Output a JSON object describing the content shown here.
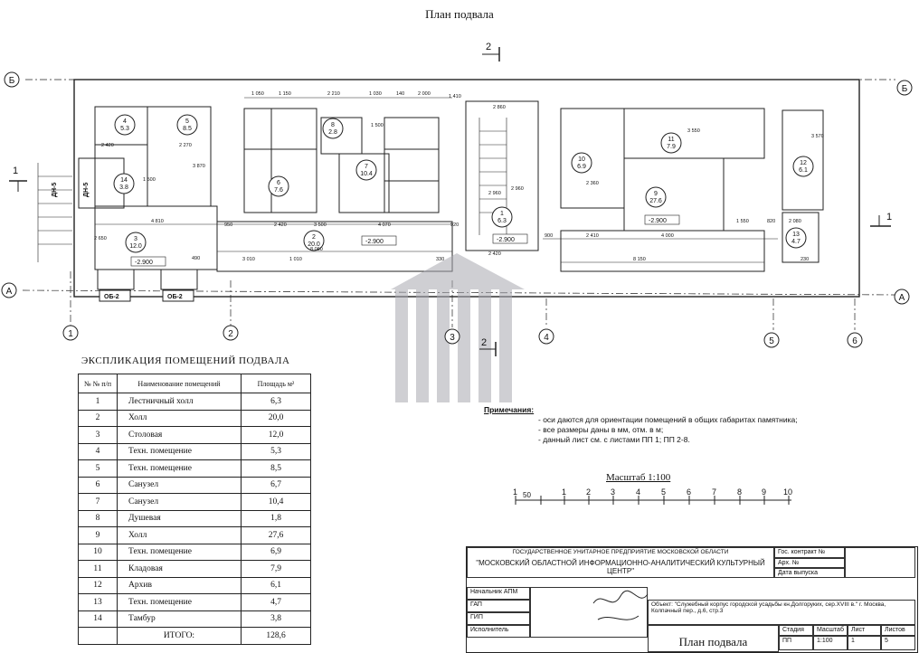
{
  "title": "План подвала",
  "section_marks": {
    "top": "2",
    "bottom": "2",
    "left": "1",
    "right": "1"
  },
  "axes": {
    "letters": [
      "Б",
      "Б",
      "А",
      "А"
    ],
    "numbers": [
      "1",
      "2",
      "3",
      "4",
      "5",
      "6"
    ]
  },
  "window_labels": [
    "ОБ-2",
    "ОБ-2"
  ],
  "door_labels": [
    "ДН-5",
    "ДН-5"
  ],
  "levels": [
    "-2.900",
    "-2.900",
    "-2.900",
    "-2.900"
  ],
  "rooms": [
    {
      "num": "1",
      "area": "6.3"
    },
    {
      "num": "2",
      "area": "20.0"
    },
    {
      "num": "3",
      "area": "12.0"
    },
    {
      "num": "4",
      "area": "5.3"
    },
    {
      "num": "5",
      "area": "8.5"
    },
    {
      "num": "6",
      "area": "7.6"
    },
    {
      "num": "7",
      "area": "10.4"
    },
    {
      "num": "8",
      "area": "2.8"
    },
    {
      "num": "9",
      "area": "27.6"
    },
    {
      "num": "10",
      "area": "6.9"
    },
    {
      "num": "11",
      "area": "7.9"
    },
    {
      "num": "12",
      "area": "6.1"
    },
    {
      "num": "13",
      "area": "4.7"
    },
    {
      "num": "14",
      "area": "3.8"
    }
  ],
  "dimensions": [
    "1 050",
    "1 150",
    "2 210",
    "1 030",
    "140",
    "2 000",
    "2 860",
    "2 420",
    "2 270",
    "3 870",
    "1 500",
    "4 810",
    "950",
    "2 420",
    "3 500",
    "4 070",
    "8 060",
    "920",
    "2 420",
    "2 960",
    "900",
    "2 410",
    "4 000",
    "8 150",
    "1 550",
    "820",
    "2 080",
    "3 550",
    "2 360",
    "2 960",
    "3 570",
    "1 500",
    "2 650",
    "490",
    "3 010",
    "1 010",
    "1 410",
    "330",
    "230"
  ],
  "explication": {
    "title": "ЭКСПЛИКАЦИЯ ПОМЕЩЕНИЙ  ПОДВАЛА",
    "headers": [
      "№ № п/п",
      "Наименование помещений",
      "Площадь м²"
    ],
    "rows": [
      [
        "1",
        "Лестничный холл",
        "6,3"
      ],
      [
        "2",
        "Холл",
        "20,0"
      ],
      [
        "3",
        "Столовая",
        "12,0"
      ],
      [
        "4",
        "Техн. помещение",
        "5,3"
      ],
      [
        "5",
        "Техн. помещение",
        "8,5"
      ],
      [
        "6",
        "Санузел",
        "6,7"
      ],
      [
        "7",
        "Санузел",
        "10,4"
      ],
      [
        "8",
        "Душевая",
        "1,8"
      ],
      [
        "9",
        "Холл",
        "27,6"
      ],
      [
        "10",
        "Техн. помещение",
        "6,9"
      ],
      [
        "11",
        "Кладовая",
        "7,9"
      ],
      [
        "12",
        "Архив",
        "6,1"
      ],
      [
        "13",
        "Техн. помещение",
        "4,7"
      ],
      [
        "14",
        "Тамбур",
        "3,8"
      ]
    ],
    "total_label": "ИТОГО:",
    "total_value": "128,6"
  },
  "notes": {
    "title": "Примечания:",
    "items": [
      "- оси даются для ориентации помещений в общих габаритах памятника;",
      "- все размеры даны в мм, отм. в м;",
      "- данный лист см. с листами ПП 1; ПП 2-8."
    ]
  },
  "scale": {
    "label": "Масштаб 1:100",
    "ticks": [
      "1",
      "50",
      "1",
      "2",
      "3",
      "4",
      "5",
      "6",
      "7",
      "8",
      "9",
      "10"
    ]
  },
  "stamp": {
    "org1": "ГОСУДАРСТВЕННОЕ УНИТАРНОЕ ПРЕДПРИЯТИЕ МОСКОВСКОЙ ОБЛАСТИ",
    "org2": "\"МОСКОВСКИЙ ОБЛАСТНОЙ ИНФОРМАЦИОННО-АНАЛИТИЧЕСКИЙ КУЛЬТУРНЫЙ ЦЕНТР\"",
    "contract": "Гос. контракт №",
    "arch": "Арх. №",
    "date": "Дата выпуска",
    "roles": [
      "Начальник АПМ",
      "ГАП",
      "ГИП",
      "Исполнитель"
    ],
    "object": "Объект: \"Служебный корпус городской усадьбы кн.Долгоруких, сер.XVIII в.\" г. Москва, Колпачный пер., д.6, стр.3",
    "cols": [
      "Стадия",
      "Масштаб",
      "Лист",
      "Листов"
    ],
    "vals": [
      "ПП",
      "1:100",
      "1",
      "5"
    ],
    "sheet_title": "План подвала"
  }
}
